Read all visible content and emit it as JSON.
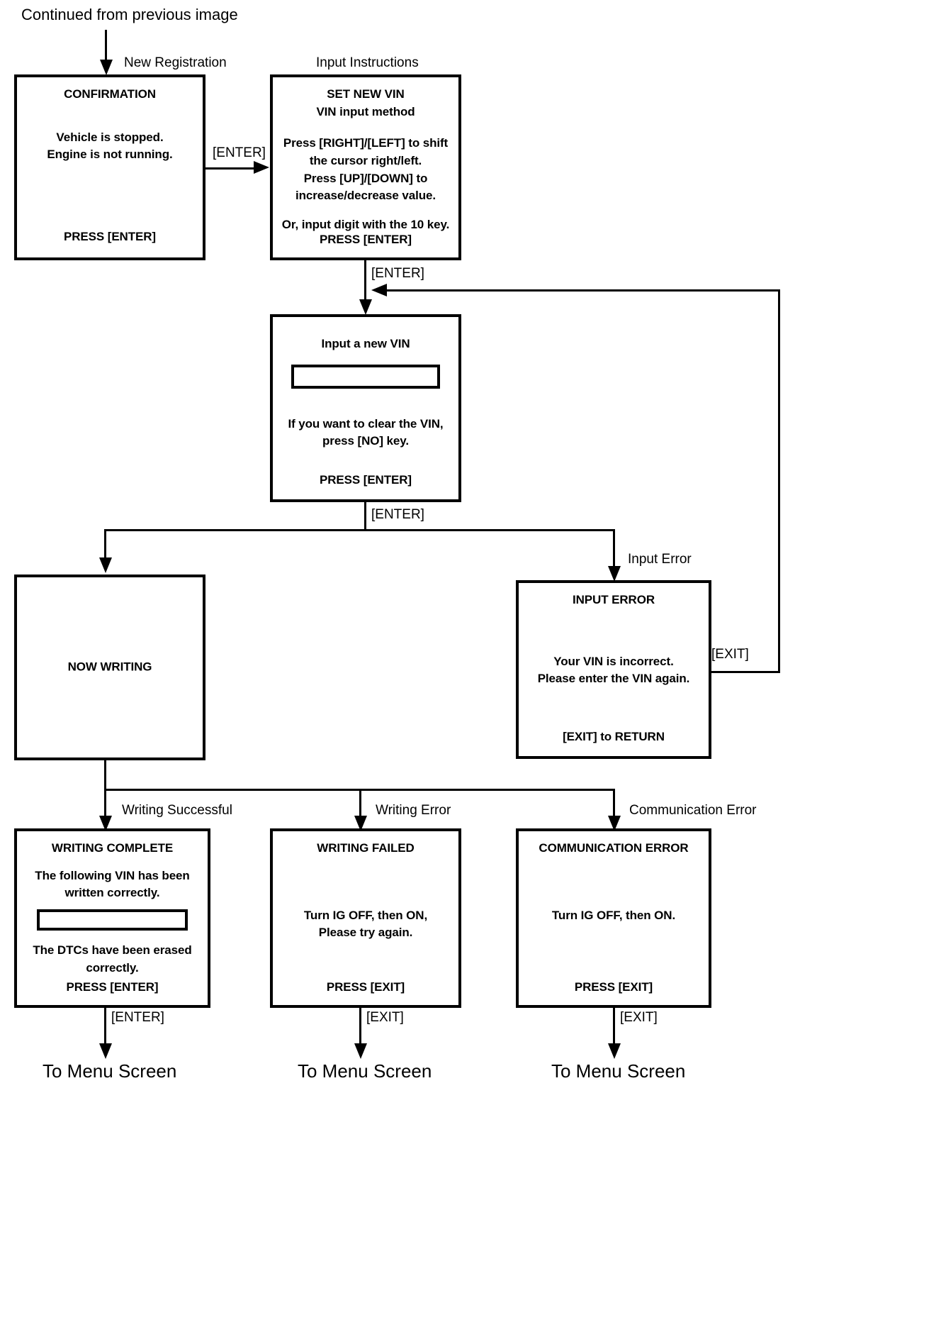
{
  "diagram": {
    "title_note": "Continued from previous image",
    "terminals": [
      {
        "label": "To Menu Screen"
      },
      {
        "label": "To Menu Screen"
      },
      {
        "label": "To Menu Screen"
      }
    ],
    "branch_labels": {
      "new_registration": "New Registration",
      "input_instructions": "Input Instructions",
      "input_error": "Input Error",
      "writing_successful": "Writing Successful",
      "writing_error": "Writing Error",
      "communication_error": "Communication Error"
    },
    "edge_labels": {
      "enter_1": "[ENTER]",
      "enter_2": "[ENTER]",
      "enter_3": "[ENTER]",
      "exit_return": "[EXIT]",
      "enter_complete": "[ENTER]",
      "exit_failed": "[EXIT]",
      "exit_comm": "[EXIT]"
    },
    "boxes": {
      "confirmation": {
        "title": "CONFIRMATION",
        "body_line_1": "Vehicle is stopped.",
        "body_line_2": "Engine is not running.",
        "footer": "PRESS [ENTER]"
      },
      "set_new_vin": {
        "title_line_1": "SET NEW VIN",
        "title_line_2": "VIN input method",
        "body_line_1": "Press [RIGHT]/[LEFT] to shift",
        "body_line_2": "the cursor right/left.",
        "body_line_3": "Press [UP]/[DOWN] to",
        "body_line_4": "increase/decrease value.",
        "body_line_5": "Or, input digit with the 10 key.",
        "footer": "PRESS [ENTER]"
      },
      "input_new_vin": {
        "title": "Input a new VIN",
        "field_value": "",
        "body_line_1": "If you want to clear the VIN,",
        "body_line_2": "press [NO] key.",
        "footer": "PRESS [ENTER]"
      },
      "now_writing": {
        "title": "NOW WRITING"
      },
      "input_error": {
        "title": "INPUT ERROR",
        "body_line_1": "Your VIN is incorrect.",
        "body_line_2": "Please enter the VIN again.",
        "footer": "[EXIT] to RETURN"
      },
      "writing_complete": {
        "title": "WRITING COMPLETE",
        "body_line_1": "The following VIN has been",
        "body_line_2": "written correctly.",
        "field_value": "",
        "body_line_3": "The DTCs have been erased",
        "body_line_4": "correctly.",
        "footer": "PRESS [ENTER]"
      },
      "writing_failed": {
        "title": "WRITING FAILED",
        "body_line_1": "Turn IG OFF, then ON,",
        "body_line_2": "Please try again.",
        "footer": "PRESS [EXIT]"
      },
      "communication_error": {
        "title": "COMMUNICATION ERROR",
        "body_line_1": "Turn IG OFF, then ON.",
        "footer": "PRESS [EXIT]"
      }
    }
  }
}
